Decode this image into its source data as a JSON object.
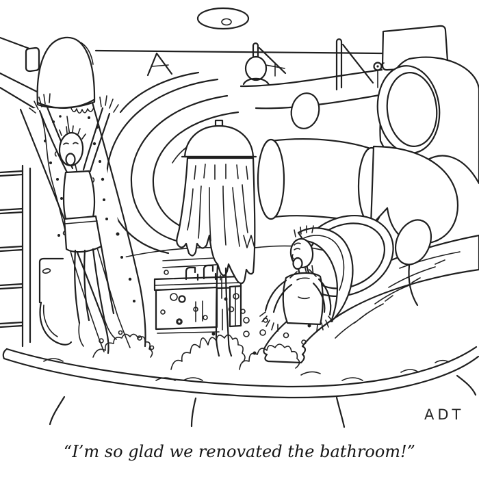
{
  "artwork": {
    "type": "single-panel gag cartoon, black ink line drawing on white",
    "caption": "“I’m so glad we renovated the bathroom!”",
    "signature": "ADT"
  },
  "colors": {
    "ink": "#1f1f1f",
    "background": "#ffffff"
  },
  "scene": {
    "setting": "bathroom renovated into an indoor water park",
    "elements": [
      "ceiling-light",
      "wall-line",
      "stair-railings",
      "waiting-person",
      "sign-panel",
      "shower-sprayer",
      "spiral-tube-slides",
      "giant-shower-head",
      "shower-waterfall",
      "bathroom-vanity",
      "sink-faucets",
      "toilet",
      "pool-ladder",
      "open-water-slide",
      "toilet-lid-slide-entrance",
      "boy-sliding",
      "exit-tube",
      "woman-at-slide-exit",
      "water-flume",
      "bathtub-pool",
      "water-splashes"
    ]
  }
}
